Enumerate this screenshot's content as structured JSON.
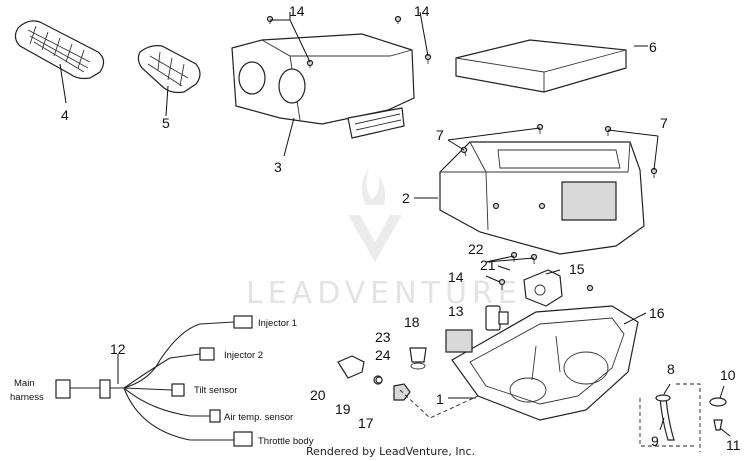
{
  "watermark": "LEADVENTURE",
  "footer": "Rendered by LeadVenture, Inc.",
  "callouts": {
    "c1": "1",
    "c2": "2",
    "c3": "3",
    "c4": "4",
    "c5": "5",
    "c6": "6",
    "c7a": "7",
    "c7b": "7",
    "c8": "8",
    "c9": "9",
    "c10": "10",
    "c11": "11",
    "c12": "12",
    "c13": "13",
    "c14a": "14",
    "c14b": "14",
    "c14c": "14",
    "c15": "15",
    "c16": "16",
    "c17": "17",
    "c18": "18",
    "c19": "19",
    "c20": "20",
    "c21": "21",
    "c22": "22",
    "c23": "23",
    "c24": "24"
  },
  "harness": {
    "main": "Main",
    "main2": "harness",
    "injector1": "Injector 1",
    "injector2": "Injector 2",
    "tilt": "Tilt sensor",
    "air_temp": "Air temp. sensor",
    "throttle": "Throttle body"
  }
}
